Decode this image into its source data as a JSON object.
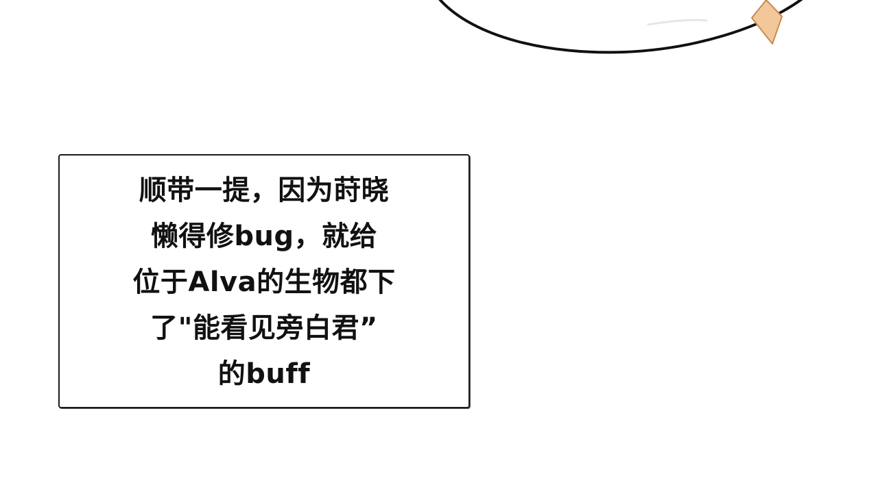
{
  "narration": {
    "lines": [
      "顺带一提，因为莳晓",
      "懒得修bug，就给",
      "位于Alva的生物都下",
      "了\"能看见旁白君”",
      "的buff"
    ]
  },
  "colors": {
    "background": "#ffffff",
    "ink": "#111111",
    "border": "#1a1a1a",
    "bubble_tail": "#f2c89a"
  }
}
